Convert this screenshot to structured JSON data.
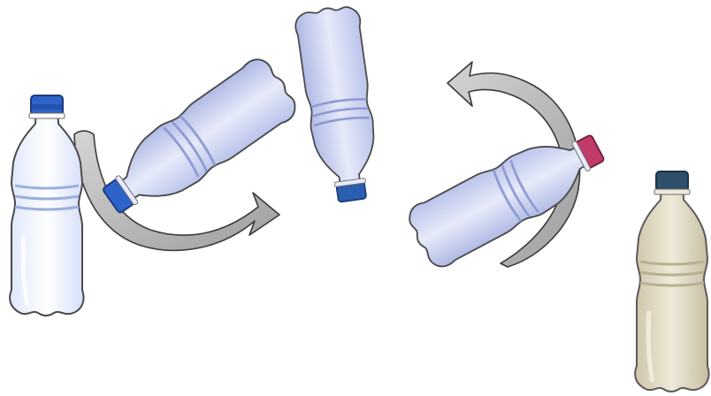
{
  "scene": {
    "description_items": [
      {
        "name": "bottle-upright",
        "cap_color": "#2f63c9",
        "body_color": "#e8eefb"
      },
      {
        "name": "bottle-tilted",
        "cap_color": "#2f63c9",
        "body_color": "#c9d2f0"
      },
      {
        "name": "bottle-inverted",
        "cap_color": "#2a5fb0",
        "body_color": "#c7cfee"
      },
      {
        "name": "bottle-tilted-back",
        "cap_color": "#c23a6a",
        "body_color": "#c6cdee"
      },
      {
        "name": "bottle-upright-yellowed",
        "cap_color": "#2e4f6b",
        "body_color": "#d9d2bc"
      }
    ],
    "arrow_color": "#bdbdbd",
    "outline_color": "#3a3a3a"
  }
}
